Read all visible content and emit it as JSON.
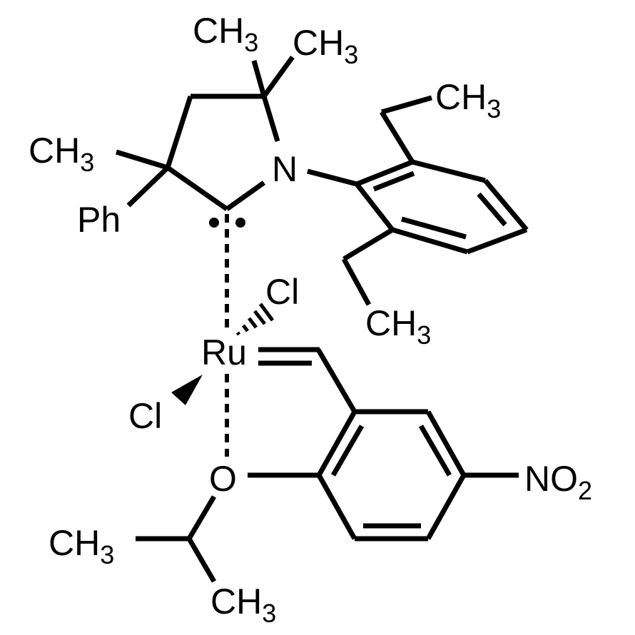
{
  "diagram": {
    "type": "chemical-structure",
    "description": "Ruthenium carbene (CAAC) Hoveyda-type complex with nitro-substituted isopropoxybenzylidene",
    "colors": {
      "background": "#ffffff",
      "ink": "#000000"
    },
    "labels": {
      "ch3_top_left": {
        "main": "CH",
        "sub": "3"
      },
      "ch3_top_right": {
        "main": "CH",
        "sub": "3"
      },
      "ch3_ring": {
        "main": "CH",
        "sub": "3"
      },
      "ph": "Ph",
      "n": "N",
      "ch3_aryl_top": {
        "main": "CH",
        "sub": "3"
      },
      "ch3_aryl_bottom": {
        "main": "CH",
        "sub": "3"
      },
      "cl_top": "Cl",
      "ru": "Ru",
      "cl_left": "Cl",
      "o": "O",
      "no2": {
        "main": "NO",
        "sub": "2"
      },
      "ch3_ipr_left": {
        "main": "CH",
        "sub": "3"
      },
      "ch3_ipr_bottom": {
        "main": "CH",
        "sub": "3"
      }
    }
  }
}
